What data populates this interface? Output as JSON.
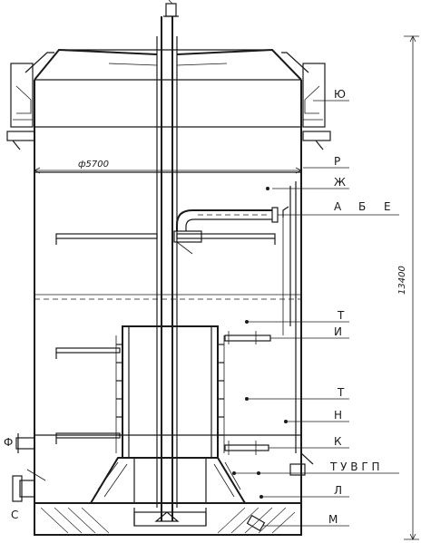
{
  "diameter_label": "ф5700",
  "height_label": "13400",
  "labels": {
    "yu": "Ю",
    "r": "Р",
    "zh": "Ж",
    "a": "А",
    "b": "Б",
    "e": "Е",
    "t_upper": "Т",
    "i": "И",
    "t_lower": "Т",
    "n": "Н",
    "k": "К",
    "tuvgp": "Т У В Г П",
    "l": "Л",
    "m": "М",
    "f": "Ф",
    "s": "С"
  }
}
